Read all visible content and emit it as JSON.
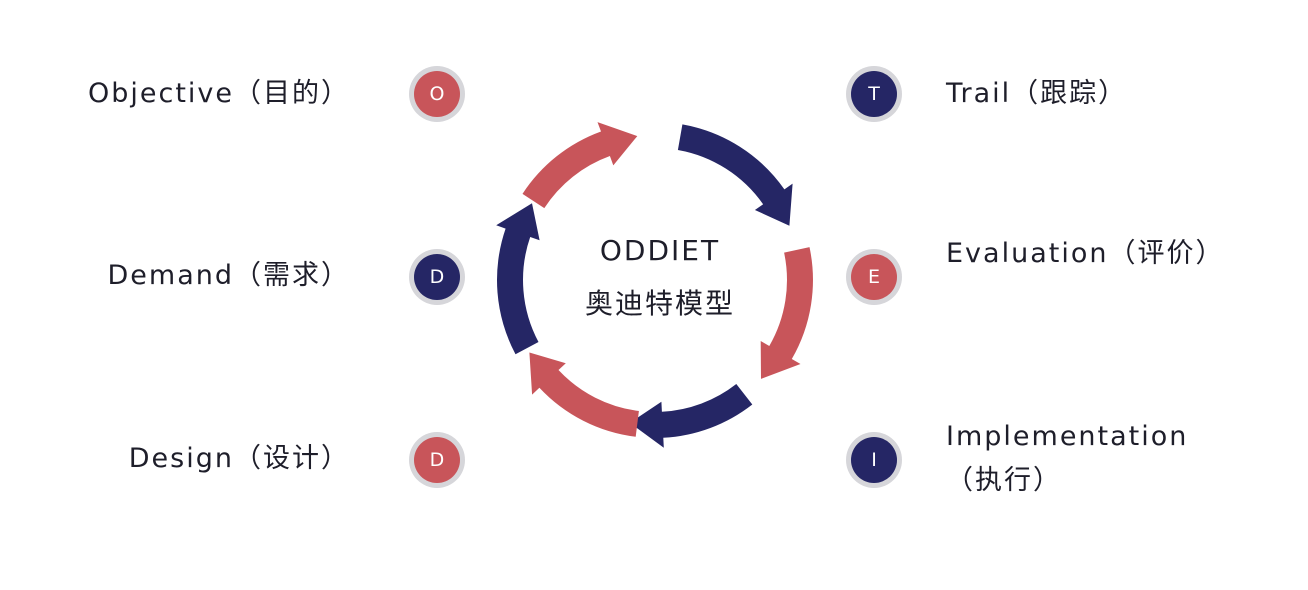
{
  "colors": {
    "red": "#c8555a",
    "navy": "#252665",
    "badge_ring": "#d6d6da"
  },
  "center": {
    "line1": "ODDIET",
    "line2": "奥迪特模型"
  },
  "items": [
    {
      "letter": "O",
      "label": "Objective（目的）",
      "color": "red"
    },
    {
      "letter": "D",
      "label": "Demand（需求）",
      "color": "navy"
    },
    {
      "letter": "D",
      "label": "Design（设计）",
      "color": "red"
    },
    {
      "letter": "T",
      "label": "Trail（跟踪）",
      "color": "navy"
    },
    {
      "letter": "E",
      "label": "Evaluation（评价）",
      "color": "red"
    },
    {
      "letter": "I",
      "label": "Implementation（执行）",
      "color": "navy"
    }
  ]
}
